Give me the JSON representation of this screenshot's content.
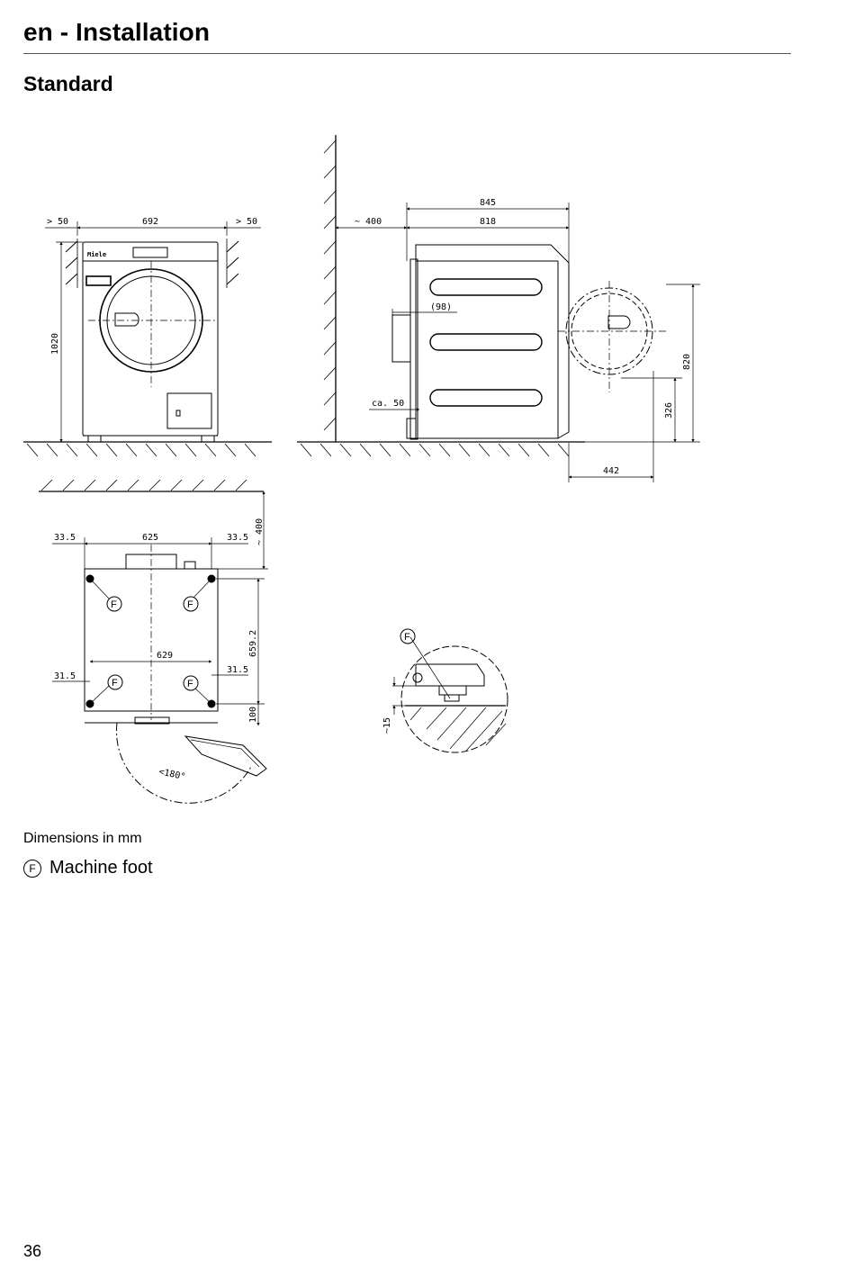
{
  "header": {
    "title": "en - Installation"
  },
  "section": {
    "title": "Standard"
  },
  "front_view": {
    "left_clearance": "> 50",
    "width": "692",
    "right_clearance": "> 50",
    "height": "1020",
    "brand": "Miele"
  },
  "side_view": {
    "wall_clearance": "~ 400",
    "depth_total": "845",
    "depth_body": "818",
    "bracket": "(98)",
    "bottom_clearance": "ca. 50",
    "height_to_center": "820",
    "height_lower": "326",
    "door_swing": "442"
  },
  "top_view": {
    "left_margin": "33.5",
    "width": "625",
    "right_margin": "33.5",
    "wall_clearance": "~ 400",
    "inner_width": "629",
    "left_margin_lower": "31.5",
    "right_margin_lower": "31.5",
    "depth": "659.2",
    "front_depth": "100",
    "door_angle": "<180°"
  },
  "detail": {
    "adjust": "~15"
  },
  "foot_marker": "F",
  "notes": {
    "dimensions": "Dimensions in mm",
    "legend_marker": "F",
    "legend_label": "Machine foot"
  },
  "page_number": "36"
}
